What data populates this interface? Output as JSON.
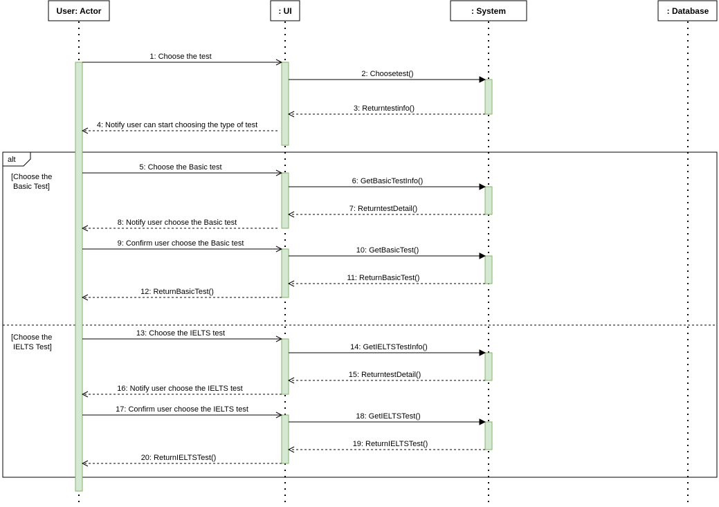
{
  "participants": [
    {
      "id": "user",
      "label": "User: Actor"
    },
    {
      "id": "ui",
      "label": ": UI"
    },
    {
      "id": "system",
      "label": ": System"
    },
    {
      "id": "database",
      "label": ": Database"
    }
  ],
  "fragment": {
    "operator": "alt",
    "operands": [
      {
        "guard": [
          "[Choose the",
          "Basic Test]"
        ]
      },
      {
        "guard": [
          "[Choose the",
          "IELTS Test]"
        ]
      }
    ]
  },
  "messages": [
    {
      "label": "1: Choose the test",
      "from": "user",
      "to": "ui",
      "style": "sync"
    },
    {
      "label": "2: Choosetest()",
      "from": "ui",
      "to": "system",
      "style": "sync"
    },
    {
      "label": "3: Returntestinfo()",
      "from": "system",
      "to": "ui",
      "style": "return"
    },
    {
      "label": "4: Notify user can start choosing the type of test",
      "from": "ui",
      "to": "user",
      "style": "return"
    },
    {
      "label": "5: Choose the Basic test",
      "from": "user",
      "to": "ui",
      "style": "sync"
    },
    {
      "label": "6: GetBasicTestInfo()",
      "from": "ui",
      "to": "system",
      "style": "sync"
    },
    {
      "label": "7: ReturntestDetail()",
      "from": "system",
      "to": "ui",
      "style": "return"
    },
    {
      "label": "8: Notify user choose the Basic test",
      "from": "ui",
      "to": "user",
      "style": "return"
    },
    {
      "label": "9: Confirm user choose the Basic test",
      "from": "user",
      "to": "ui",
      "style": "sync"
    },
    {
      "label": "10: GetBasicTest()",
      "from": "ui",
      "to": "system",
      "style": "sync"
    },
    {
      "label": "11: ReturnBasicTest()",
      "from": "system",
      "to": "ui",
      "style": "return"
    },
    {
      "label": "12: ReturnBasicTest()",
      "from": "ui",
      "to": "user",
      "style": "return"
    },
    {
      "label": "13: Choose the IELTS test",
      "from": "user",
      "to": "ui",
      "style": "sync"
    },
    {
      "label": "14: GetIELTSTestInfo()",
      "from": "ui",
      "to": "system",
      "style": "sync"
    },
    {
      "label": "15: ReturntestDetail()",
      "from": "system",
      "to": "ui",
      "style": "return"
    },
    {
      "label": "16: Notify user choose the IELTS test",
      "from": "ui",
      "to": "user",
      "style": "return"
    },
    {
      "label": "17: Confirm user choose the IELTS test",
      "from": "user",
      "to": "ui",
      "style": "sync"
    },
    {
      "label": "18: GetIELTSTest()",
      "from": "ui",
      "to": "system",
      "style": "sync"
    },
    {
      "label": "19: ReturnIELTSTest()",
      "from": "system",
      "to": "ui",
      "style": "return"
    },
    {
      "label": "20: ReturnIELTSTest()",
      "from": "ui",
      "to": "user",
      "style": "return"
    }
  ],
  "colors": {
    "activation_fill": "#d5e8d4",
    "activation_stroke": "#82b366",
    "line": "#000000"
  }
}
